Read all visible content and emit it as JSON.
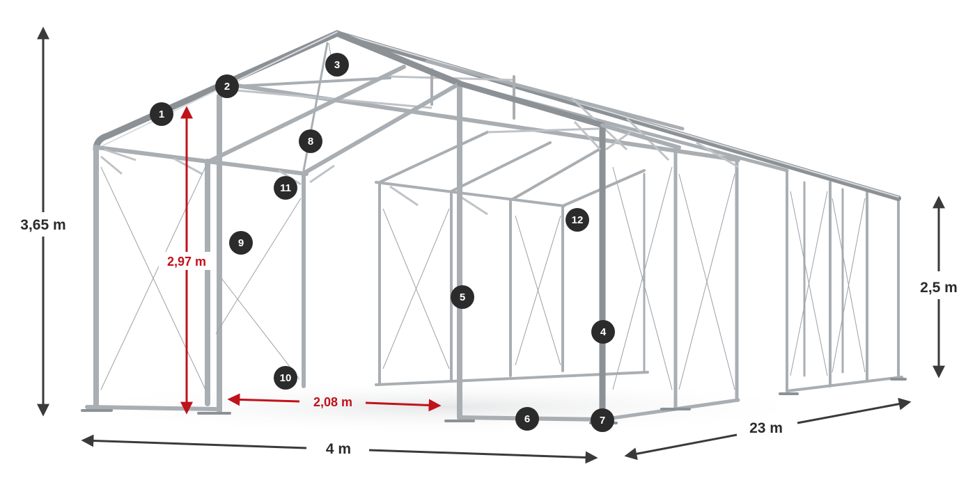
{
  "dimensions": {
    "height_total": "3,65 m",
    "height_side": "2,5 m",
    "height_entrance": "2,97 m",
    "width_entrance": "2,08 m",
    "width": "4 m",
    "length": "23 m"
  },
  "badges": [
    "1",
    "2",
    "3",
    "4",
    "5",
    "6",
    "7",
    "8",
    "9",
    "10",
    "11",
    "12"
  ],
  "colors": {
    "frame": "#a9aeb3",
    "badge": "#2b2b2b",
    "accent": "#c0121a",
    "arrow": "#3a3a3a"
  }
}
